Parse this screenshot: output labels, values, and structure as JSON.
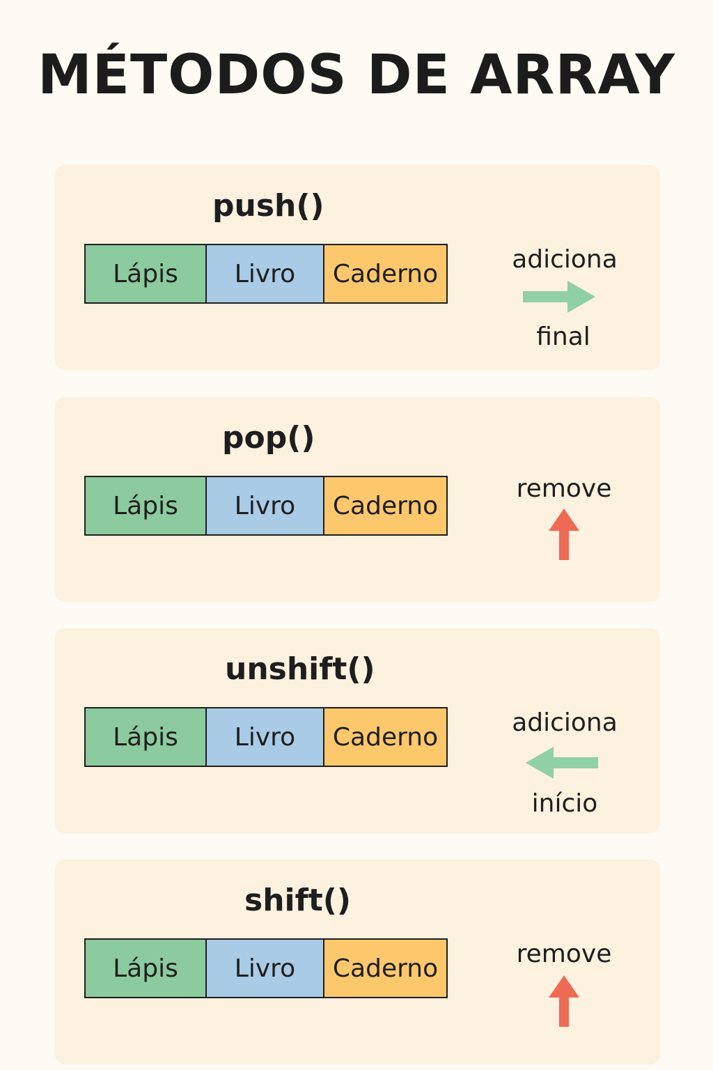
{
  "title": "MÉTODOS DE ARRAY",
  "colors": {
    "background": "#fdfbf4",
    "card": "#fdf1df",
    "cell_green": "#8ccb9f",
    "cell_blue": "#a9cbe5",
    "cell_orange": "#fdc86c",
    "arrow_add": "#8fd0a6",
    "arrow_remove": "#ee6a55"
  },
  "array_items": [
    "Lápis",
    "Livro",
    "Caderno"
  ],
  "methods": [
    {
      "name": "push()",
      "action": "adiciona",
      "position": "final",
      "arrow": "right-arrow-icon"
    },
    {
      "name": "pop()",
      "action": "remove",
      "position": "",
      "arrow": "up-arrow-icon"
    },
    {
      "name": "unshift()",
      "action": "adiciona",
      "position": "início",
      "arrow": "left-arrow-icon"
    },
    {
      "name": "shift()",
      "action": "remove",
      "position": "",
      "arrow": "up-arrow-icon"
    }
  ]
}
